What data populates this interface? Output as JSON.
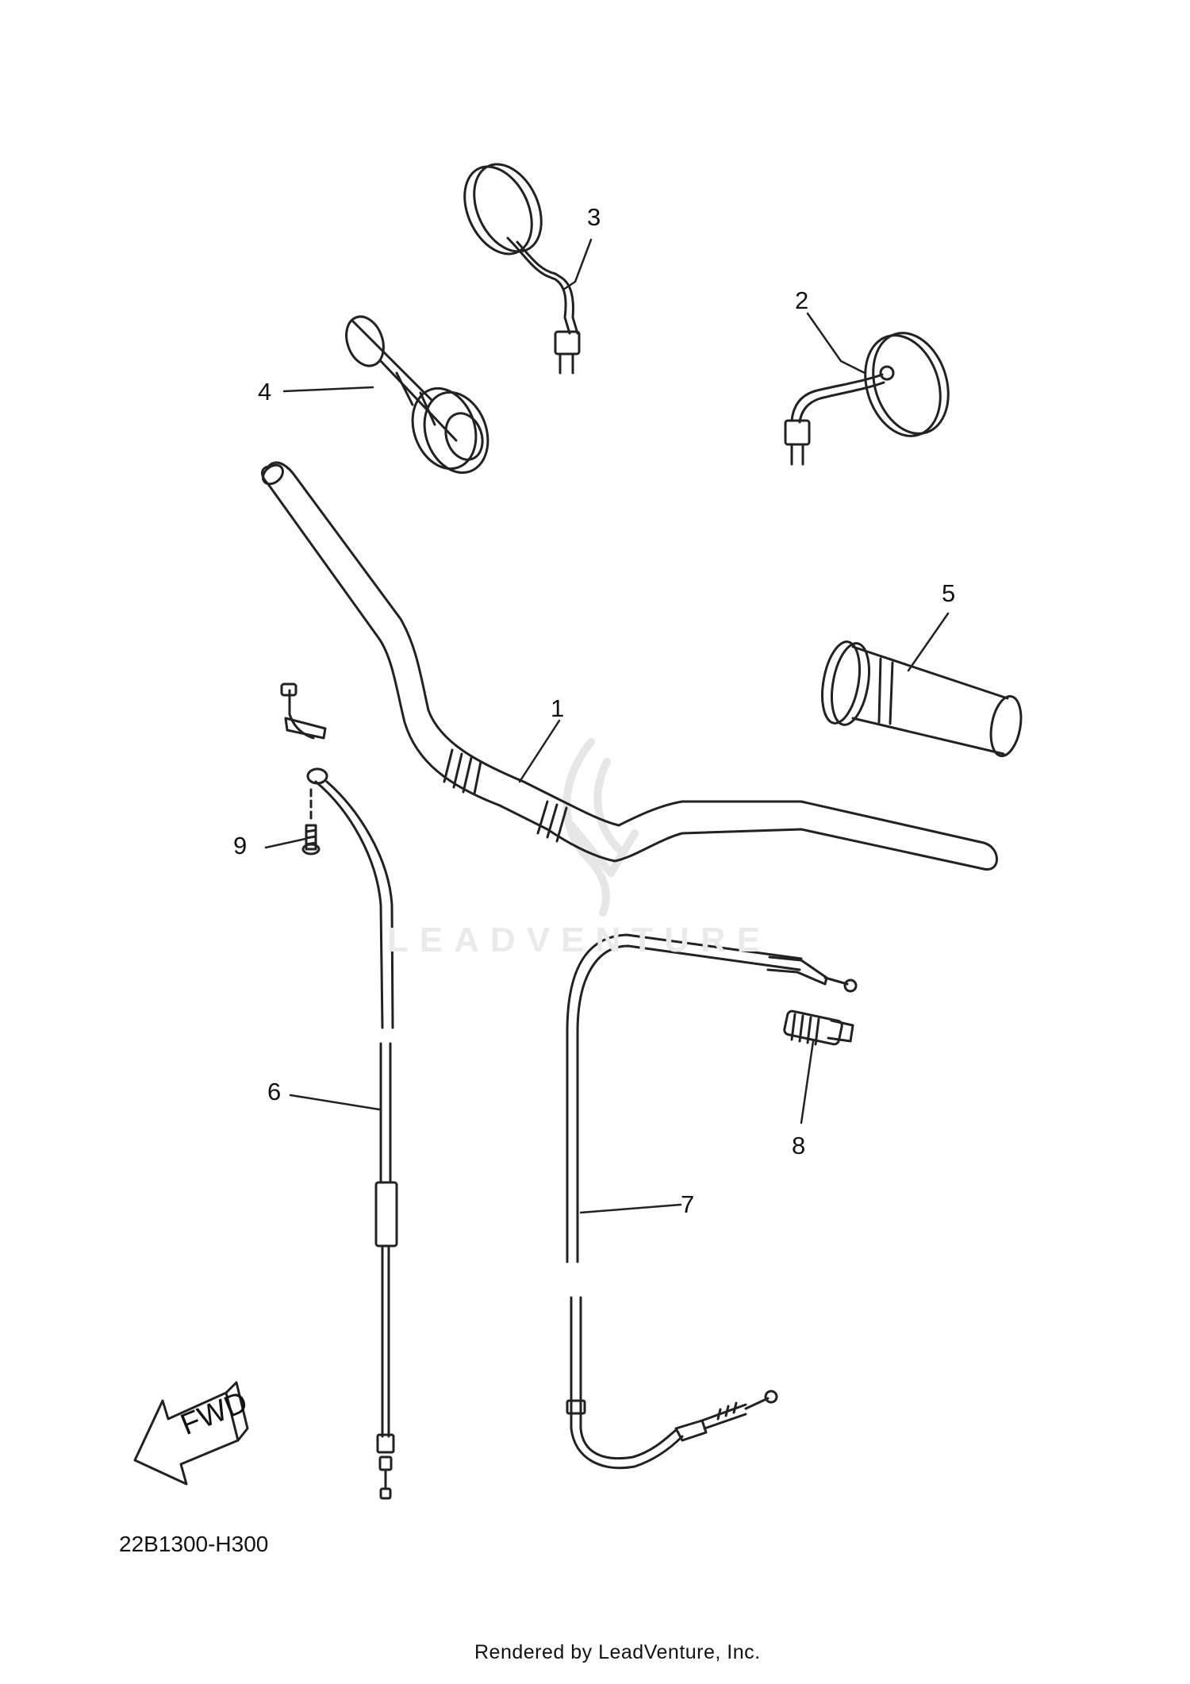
{
  "diagram": {
    "drawing_code": "22B1300-H300",
    "render_credit": "Rendered by LeadVenture, Inc.",
    "watermark": "LEADVENTURE",
    "direction_label": "FWD",
    "callouts": [
      "1",
      "2",
      "3",
      "4",
      "5",
      "6",
      "7",
      "8",
      "9"
    ],
    "parts": [
      "handlebar",
      "right-mirror",
      "left-mirror",
      "throttle-grip",
      "left-grip",
      "throttle-cable",
      "clutch-cable",
      "cable-adjuster",
      "screw"
    ]
  }
}
